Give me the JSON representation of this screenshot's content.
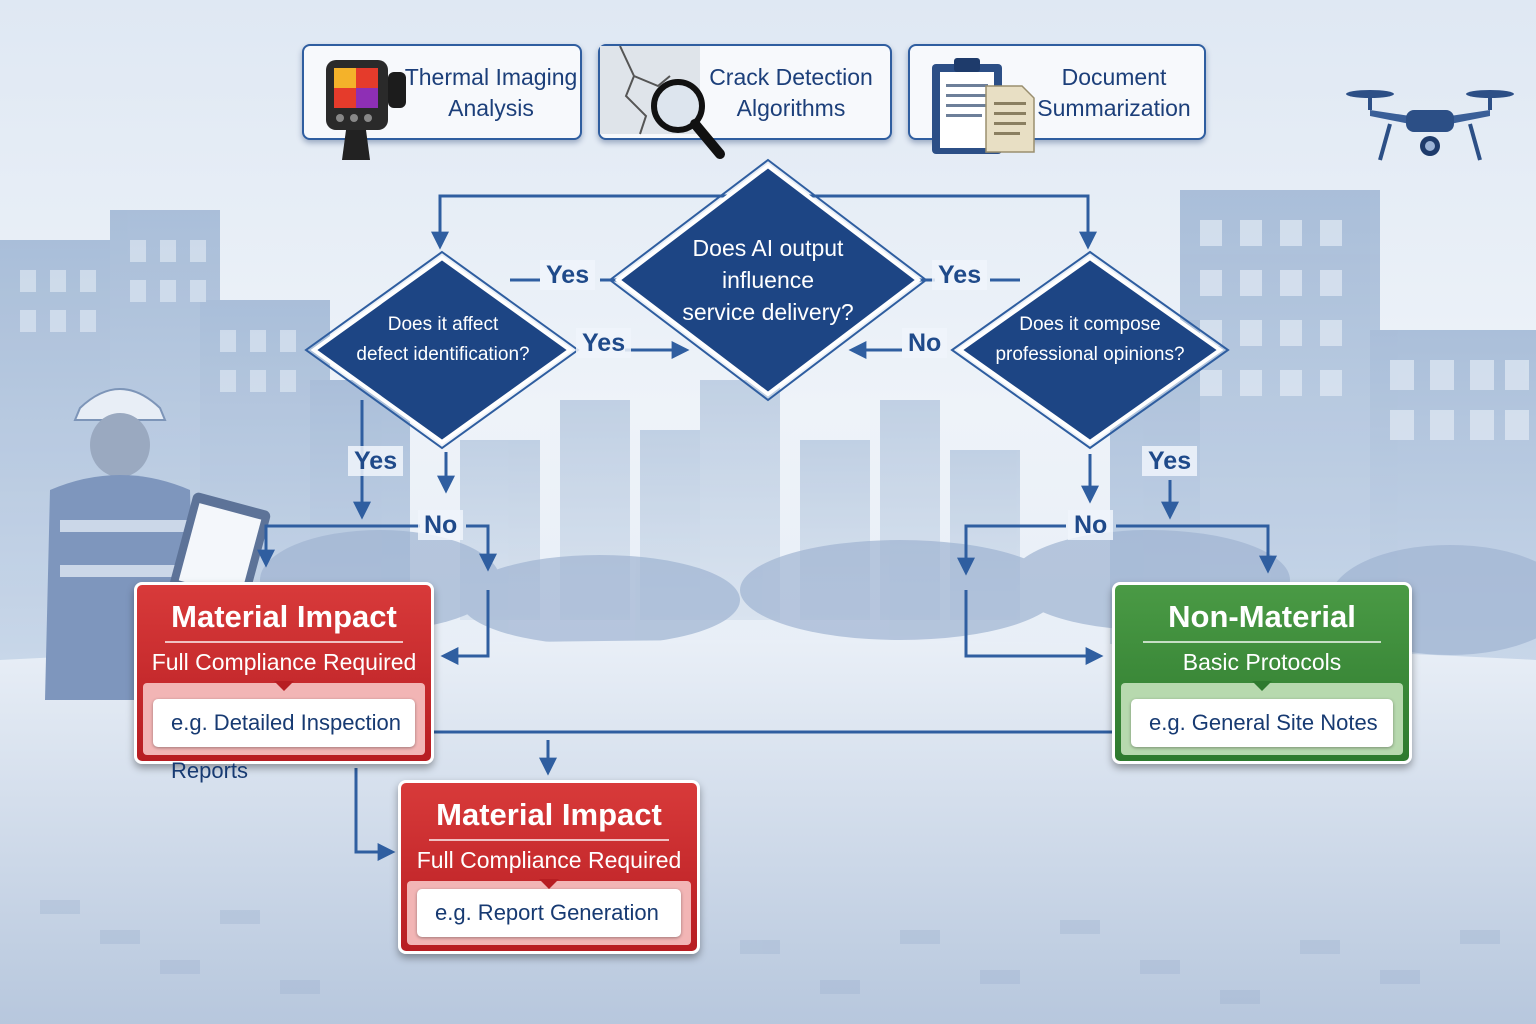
{
  "tools": [
    {
      "label": "Thermal Imaging\nAnalysis"
    },
    {
      "label": "Crack Detection\nAlgorithms"
    },
    {
      "label": "Document\nSummarization"
    }
  ],
  "decisions": {
    "center": "Does AI output\ninfluence\nservice delivery?",
    "left": "Does it affect\ndefect identification?",
    "right": "Does it compose\nprofessional opinions?"
  },
  "flow_labels": {
    "yes": "Yes",
    "no": "No"
  },
  "outcomes": {
    "material_top": {
      "title": "Material Impact",
      "subtitle": "Full Compliance Required",
      "example": "e.g. Detailed Inspection Reports"
    },
    "material_bottom": {
      "title": "Material Impact",
      "subtitle": "Full Compliance Required",
      "example": "e.g. Report Generation"
    },
    "non_material": {
      "title": "Non-Material",
      "subtitle": "Basic Protocols",
      "example": "e.g. General Site Notes"
    }
  },
  "colors": {
    "diamond": "#1d4584",
    "line": "#2f5ea0",
    "material": "#c62828",
    "non_material": "#3b8a38"
  },
  "icons": [
    "thermal-camera-icon",
    "crack-magnifier-icon",
    "document-clipboard-icon",
    "drone-icon",
    "inspector-figure"
  ]
}
